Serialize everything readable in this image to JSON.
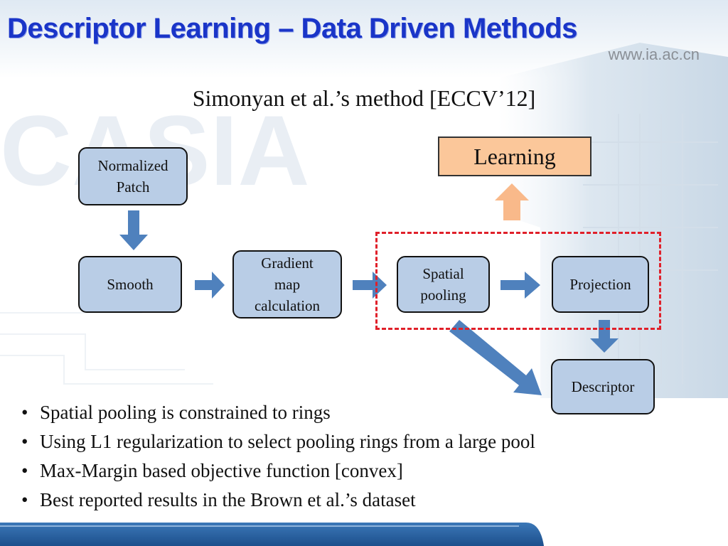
{
  "slide": {
    "title": "Descriptor Learning – Data Driven Methods",
    "website": "www.ia.ac.cn",
    "subtitle": "Simonyan et al.’s method [ECCV’12]"
  },
  "diagram": {
    "normalized_patch": [
      "Normalized",
      "Patch"
    ],
    "smooth": "Smooth",
    "gradient": [
      "Gradient",
      "map",
      "calculation"
    ],
    "spatial_pooling": [
      "Spatial",
      "pooling"
    ],
    "projection": "Projection",
    "descriptor": "Descriptor",
    "learning": "Learning"
  },
  "bullets": [
    "Spatial pooling is constrained to rings",
    "Using L1 regularization to select pooling rings from a large pool",
    "Max-Margin based objective function [convex]",
    "Best reported results in the Brown et al.’s dataset"
  ],
  "colors": {
    "title": "#1a35c8",
    "box_fill": "#b9cde6",
    "arrow_blue": "#4f81bd",
    "learning_fill": "#fbc79a",
    "learning_arrow": "#f9b98a",
    "dashed_border": "#e0202a"
  }
}
